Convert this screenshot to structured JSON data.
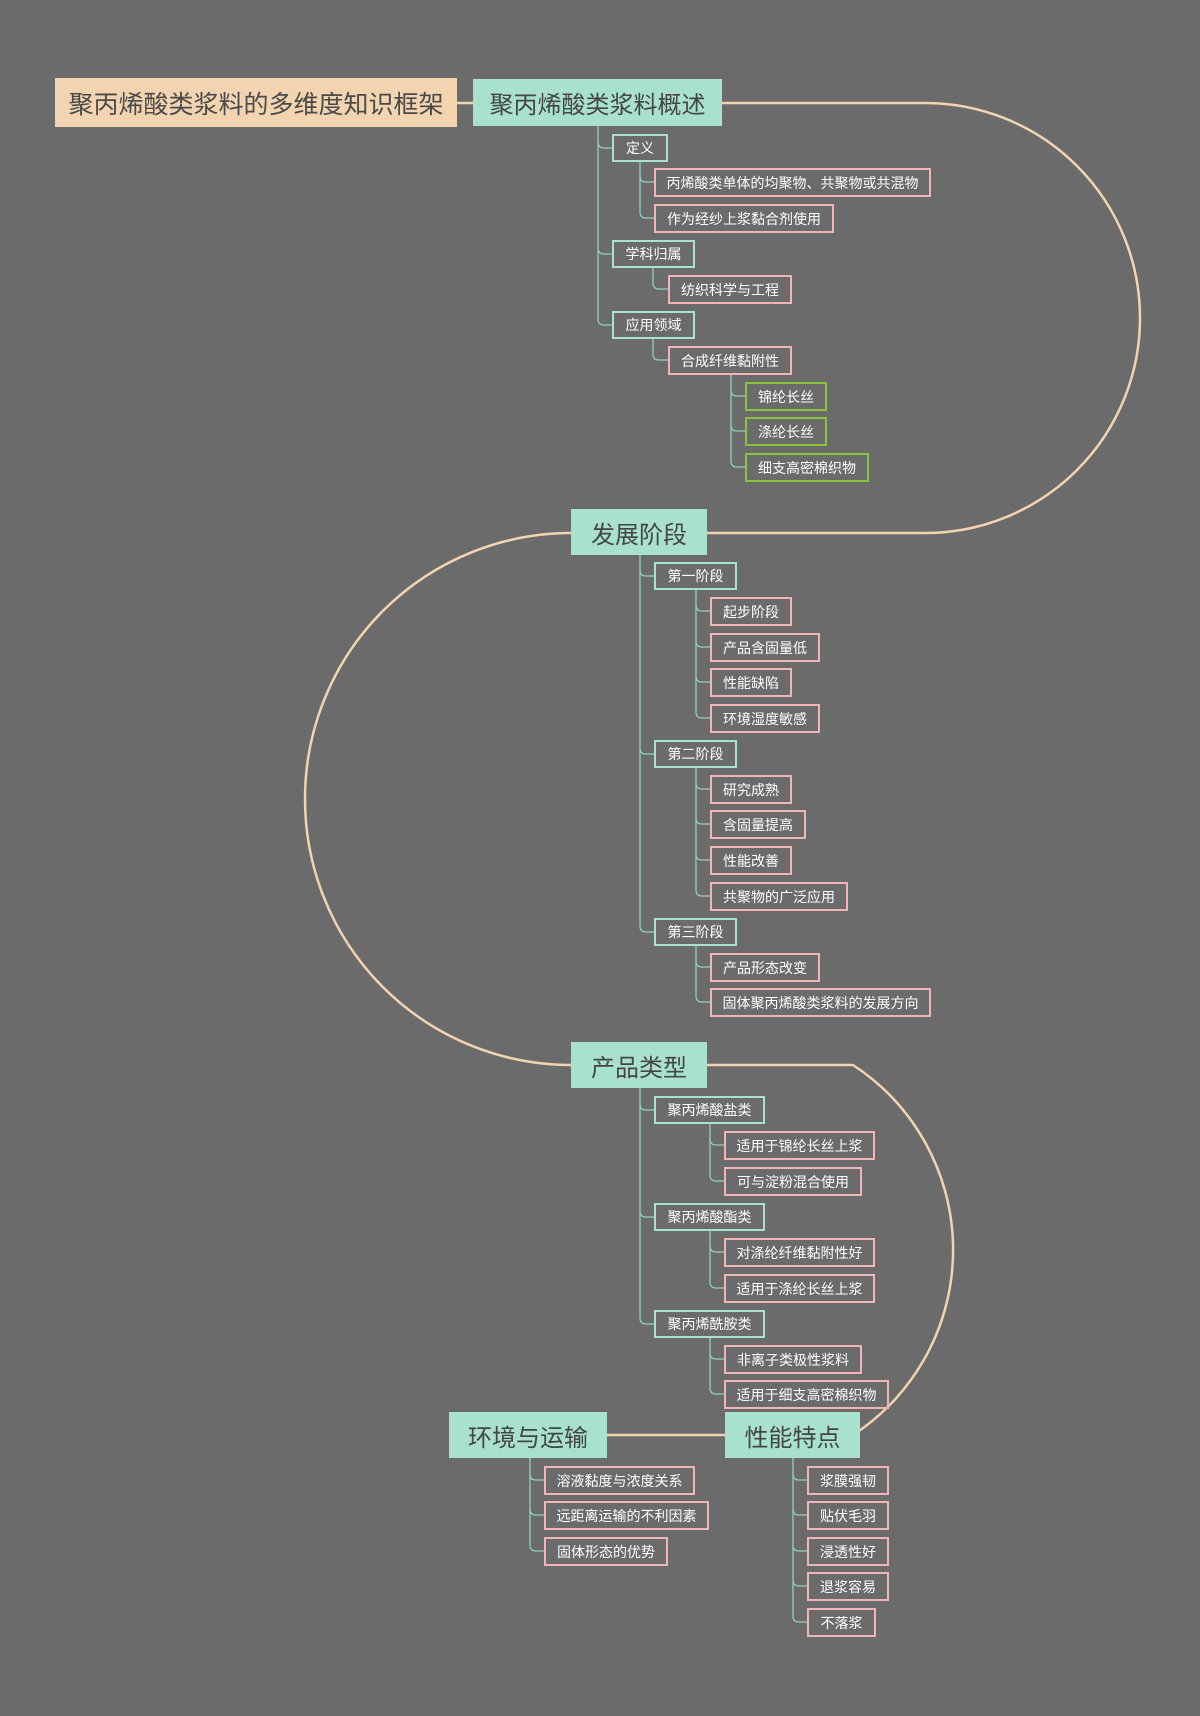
{
  "colors": {
    "background": "#6b6b6b",
    "root_fill": "#f2d4b0",
    "main_fill": "#a8e2cd",
    "sub_border": "#a8e2cd",
    "leaf_border": "#f1b5b5",
    "leaf3_border": "#8ac43f",
    "spine_line": "#f2d4b0",
    "tree_line": "#8fd0bb"
  },
  "root": {
    "title": "聚丙烯酸类浆料的多维度知识框架"
  },
  "overview": {
    "title": "聚丙烯酸类浆料概述",
    "definition": {
      "label": "定义",
      "items": [
        "丙烯酸类单体的均聚物、共聚物或共混物",
        "作为经纱上浆黏合剂使用"
      ]
    },
    "discipline": {
      "label": "学科归属",
      "items": [
        "纺织科学与工程"
      ]
    },
    "application": {
      "label": "应用领域",
      "item": "合成纤维黏附性",
      "subitems": [
        "锦纶长丝",
        "涤纶长丝",
        "细支高密棉织物"
      ]
    }
  },
  "stages": {
    "title": "发展阶段",
    "stage1": {
      "label": "第一阶段",
      "items": [
        "起步阶段",
        "产品含固量低",
        "性能缺陷",
        "环境湿度敏感"
      ]
    },
    "stage2": {
      "label": "第二阶段",
      "items": [
        "研究成熟",
        "含固量提高",
        "性能改善",
        "共聚物的广泛应用"
      ]
    },
    "stage3": {
      "label": "第三阶段",
      "items": [
        "产品形态改变",
        "固体聚丙烯酸类浆料的发展方向"
      ]
    }
  },
  "types": {
    "title": "产品类型",
    "salt": {
      "label": "聚丙烯酸盐类",
      "items": [
        "适用于锦纶长丝上浆",
        "可与淀粉混合使用"
      ]
    },
    "ester": {
      "label": "聚丙烯酸酯类",
      "items": [
        "对涤纶纤维黏附性好",
        "适用于涤纶长丝上浆"
      ]
    },
    "amide": {
      "label": "聚丙烯酰胺类",
      "items": [
        "非离子类极性浆料",
        "适用于细支高密棉织物"
      ]
    }
  },
  "performance": {
    "title": "性能特点",
    "items": [
      "浆膜强韧",
      "贴伏毛羽",
      "浸透性好",
      "退浆容易",
      "不落浆"
    ]
  },
  "transport": {
    "title": "环境与运输",
    "items": [
      "溶液黏度与浓度关系",
      "远距离运输的不利因素",
      "固体形态的优势"
    ]
  }
}
